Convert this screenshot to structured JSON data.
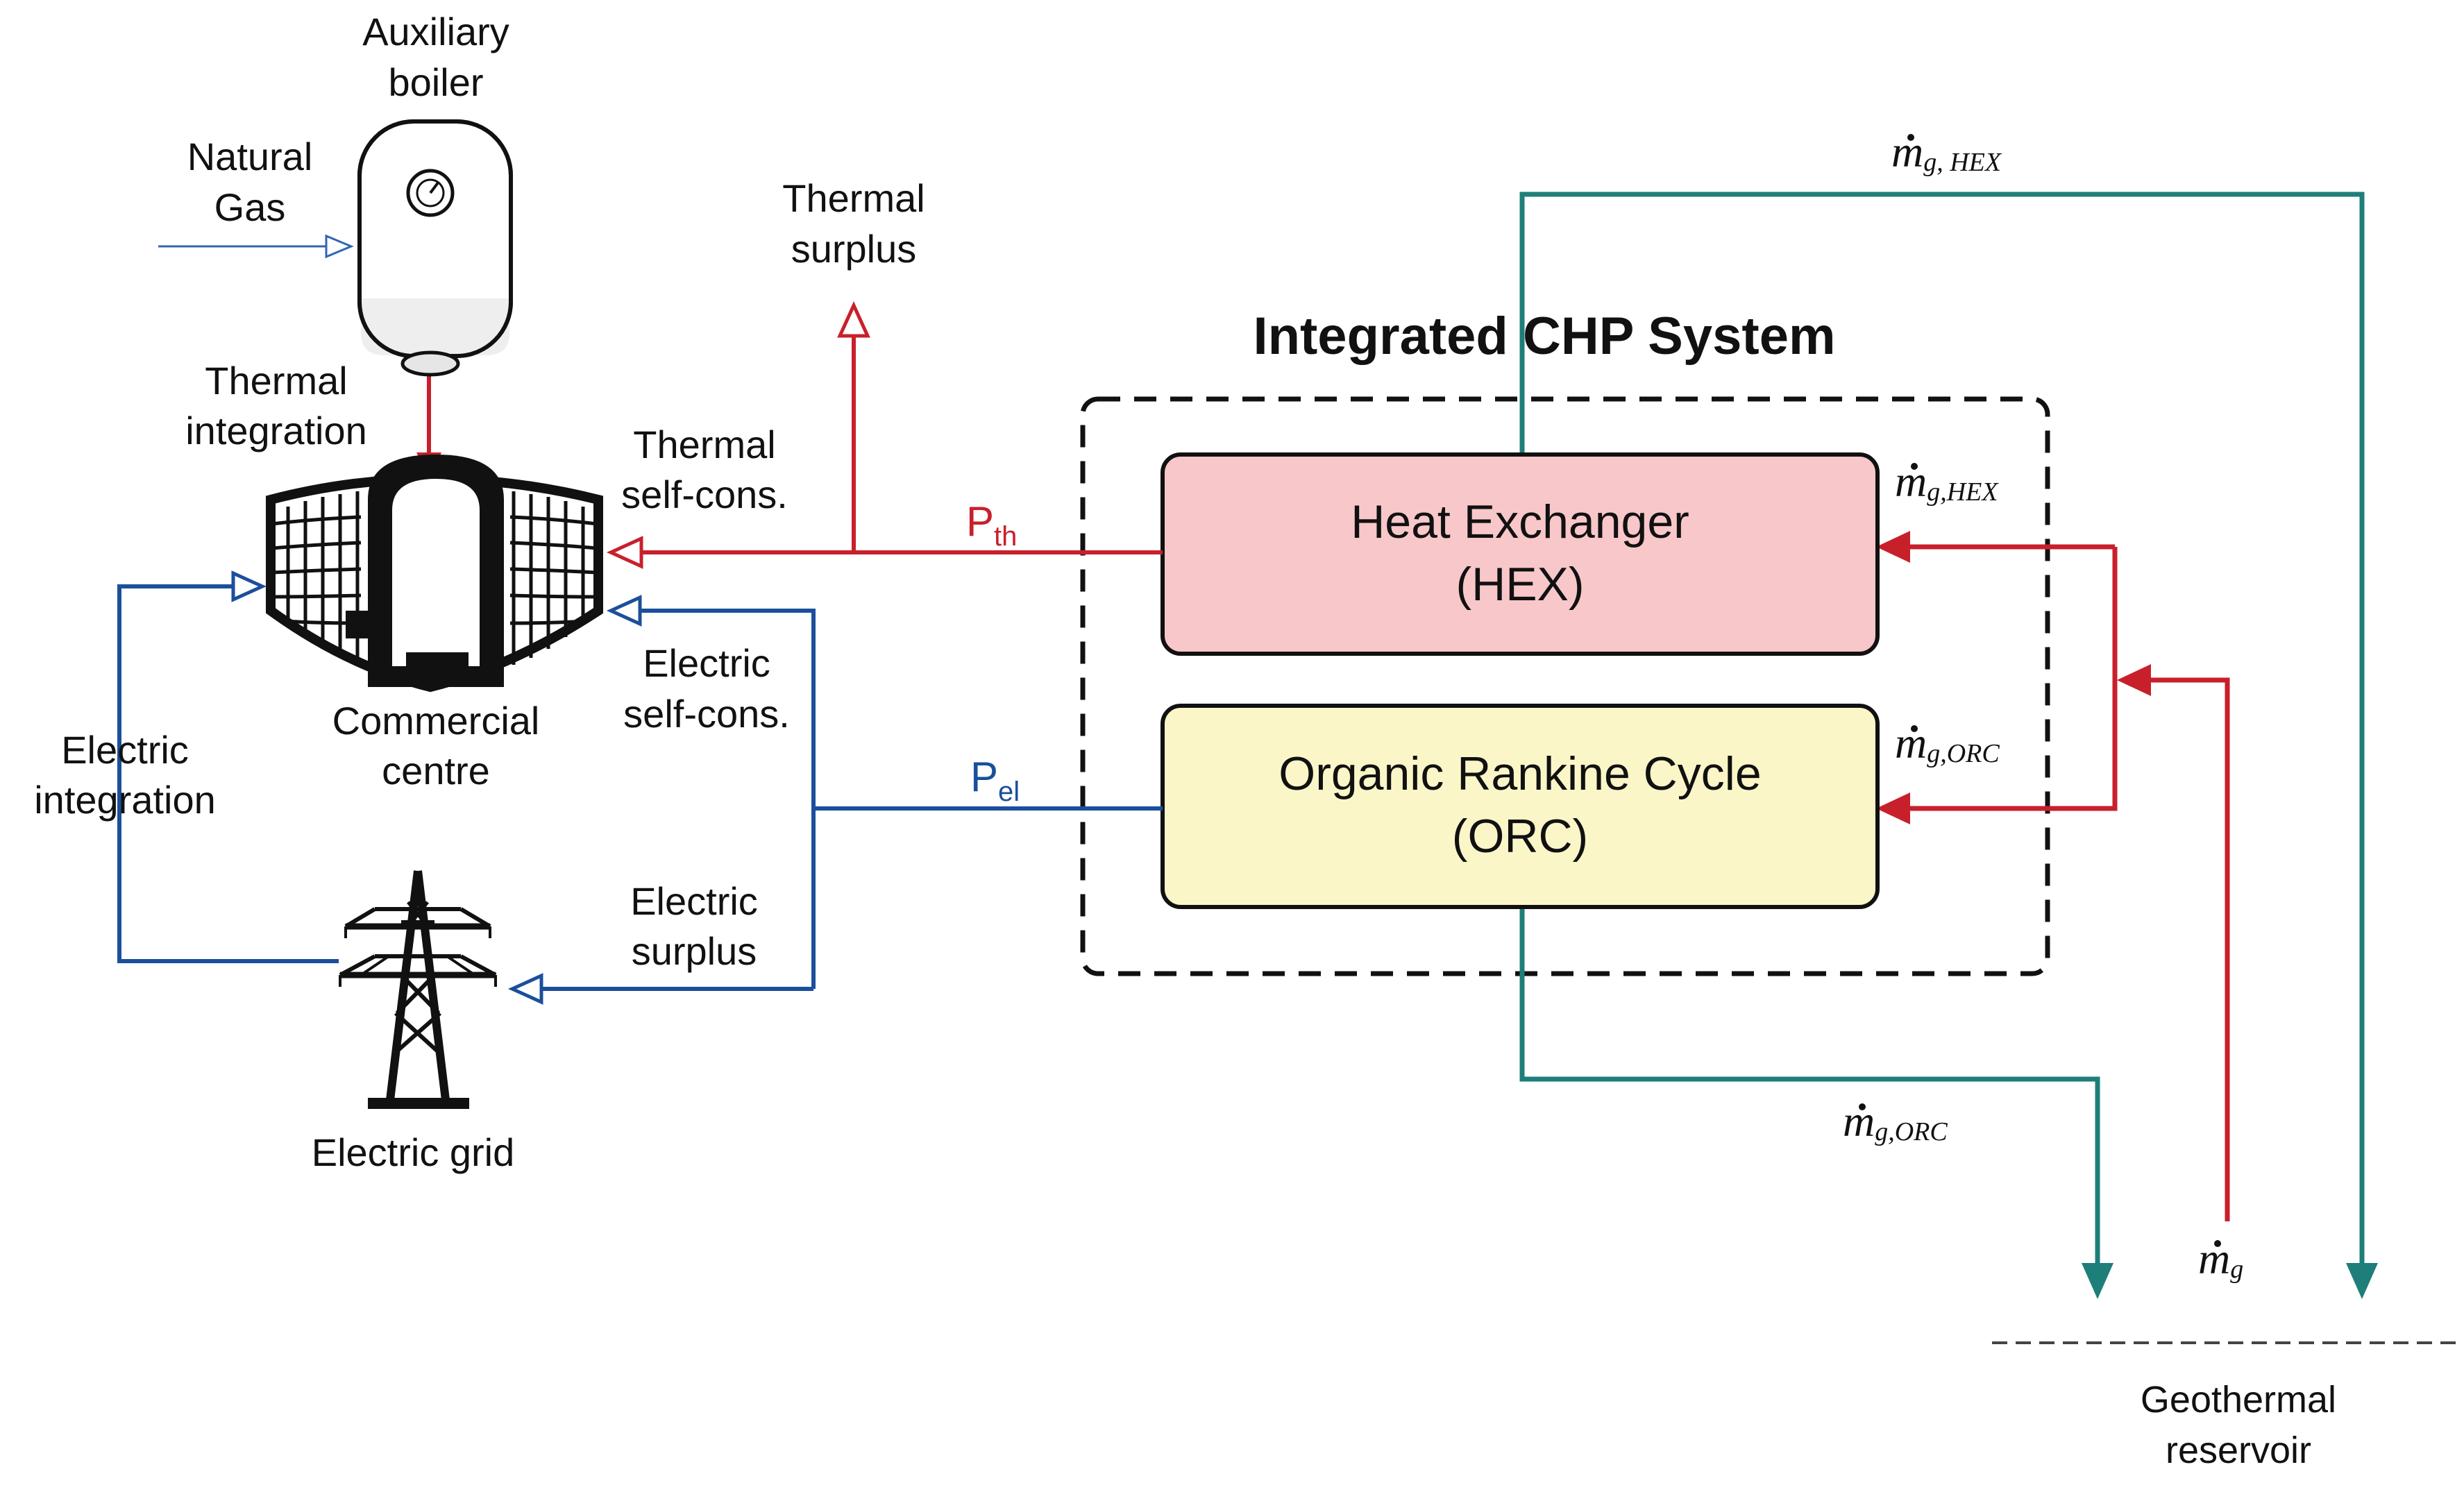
{
  "colors": {
    "thermal": "#c8202b",
    "electric": "#1b4f9c",
    "geo": "#1e7e7a",
    "gas": "#2f66b3",
    "hex_fill": "#f8c7c9",
    "orc_fill": "#fbf6c8",
    "box_stroke": "#111111"
  },
  "labels": {
    "aux_boiler": [
      "Auxiliary",
      "boiler"
    ],
    "natural_gas": [
      "Natural",
      "Gas"
    ],
    "thermal_integration": [
      "Thermal",
      "integration"
    ],
    "thermal_surplus": [
      "Thermal",
      "surplus"
    ],
    "thermal_selfcons": [
      "Thermal",
      "self-cons."
    ],
    "commercial": [
      "Commercial",
      "centre"
    ],
    "electric_selfcons": [
      "Electric",
      "self-cons."
    ],
    "electric_integration": [
      "Electric",
      "integration"
    ],
    "electric_surplus": [
      "Electric",
      "surplus"
    ],
    "electric_grid": "Electric grid",
    "chp_title": "Integrated CHP System",
    "hex": [
      "Heat Exchanger",
      "(HEX)"
    ],
    "orc": [
      "Organic Rankine Cycle",
      "(ORC)"
    ],
    "p_th": {
      "main": "P",
      "sub": "th"
    },
    "p_el": {
      "main": "P",
      "sub": "el"
    },
    "mg_hex_top": {
      "main": "m",
      "sub": "g, HEX"
    },
    "mg_hex": {
      "main": "m",
      "sub": "g,HEX"
    },
    "mg_orc": {
      "main": "m",
      "sub": "g,ORC"
    },
    "mg_orc_bottom": {
      "main": "m",
      "sub": "g,ORC"
    },
    "mg": {
      "main": "m",
      "sub": "g"
    },
    "geothermal": [
      "Geothermal",
      "reservoir"
    ]
  },
  "icons": {
    "boiler": "boiler-icon",
    "building": "commercial-building-icon",
    "pylon": "transmission-tower-icon"
  }
}
